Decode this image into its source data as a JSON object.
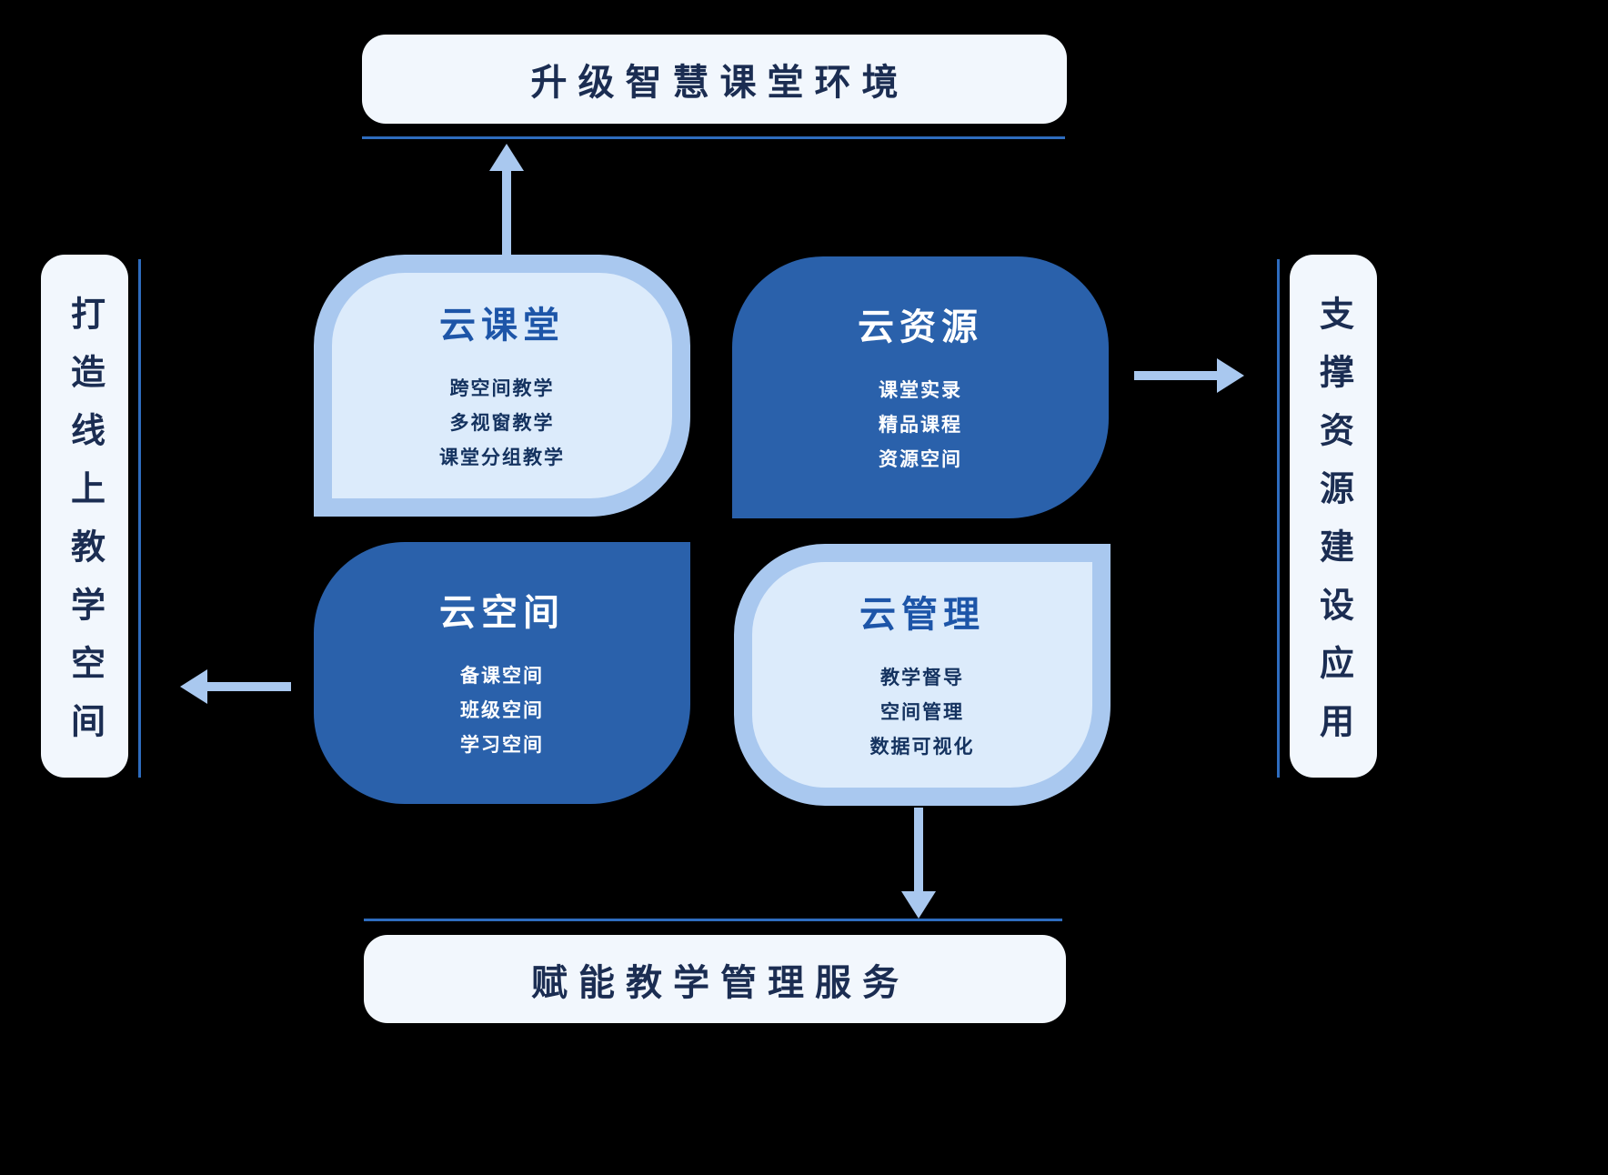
{
  "diagram": {
    "top_banner": {
      "label": "升级智慧课堂环境"
    },
    "bottom_banner": {
      "label": "赋能教学管理服务"
    },
    "left_banner": {
      "label": "打造线上教学空间"
    },
    "right_banner": {
      "label": "支撑资源建设应用"
    },
    "cards": [
      {
        "id": "cloud-classroom",
        "title": "云课堂",
        "style": "light",
        "items": [
          "跨空间教学",
          "多视窗教学",
          "课堂分组教学"
        ]
      },
      {
        "id": "cloud-resources",
        "title": "云资源",
        "style": "dark",
        "items": [
          "课堂实录",
          "精品课程",
          "资源空间"
        ]
      },
      {
        "id": "cloud-space",
        "title": "云空间",
        "style": "dark",
        "items": [
          "备课空间",
          "班级空间",
          "学习空间"
        ]
      },
      {
        "id": "cloud-management",
        "title": "云管理",
        "style": "light",
        "items": [
          "教学督导",
          "空间管理",
          "数据可视化"
        ]
      }
    ],
    "colors": {
      "background": "#000000",
      "banner_bg": "#f2f7fd",
      "banner_text": "#1b2d52",
      "rule_line": "#2e6cbe",
      "arrow": "#a9c8ef",
      "card_dark_bg": "#2a61ab",
      "card_light_bg": "#dcebfb",
      "card_light_border": "#a9c8ef",
      "card_light_title": "#1d55a8",
      "card_light_text": "#14325f",
      "card_dark_text": "#ffffff"
    }
  }
}
